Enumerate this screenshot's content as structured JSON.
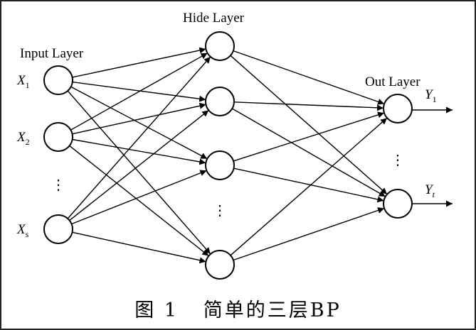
{
  "diagram": {
    "input_layer_label": "Input Layer",
    "hidden_layer_label": "Hide Layer",
    "output_layer_label": "Out Layer",
    "input_labels": [
      {
        "main": "X",
        "sub": "1"
      },
      {
        "main": "X",
        "sub": "2"
      },
      {
        "main": "X",
        "sub": "s"
      }
    ],
    "output_labels": [
      {
        "main": "Y",
        "sub": "1"
      },
      {
        "main": "Y",
        "sub": "t"
      }
    ],
    "ellipsis": "⋮"
  },
  "caption": {
    "figure_number": "图 1",
    "title": "简单的三层BP"
  }
}
